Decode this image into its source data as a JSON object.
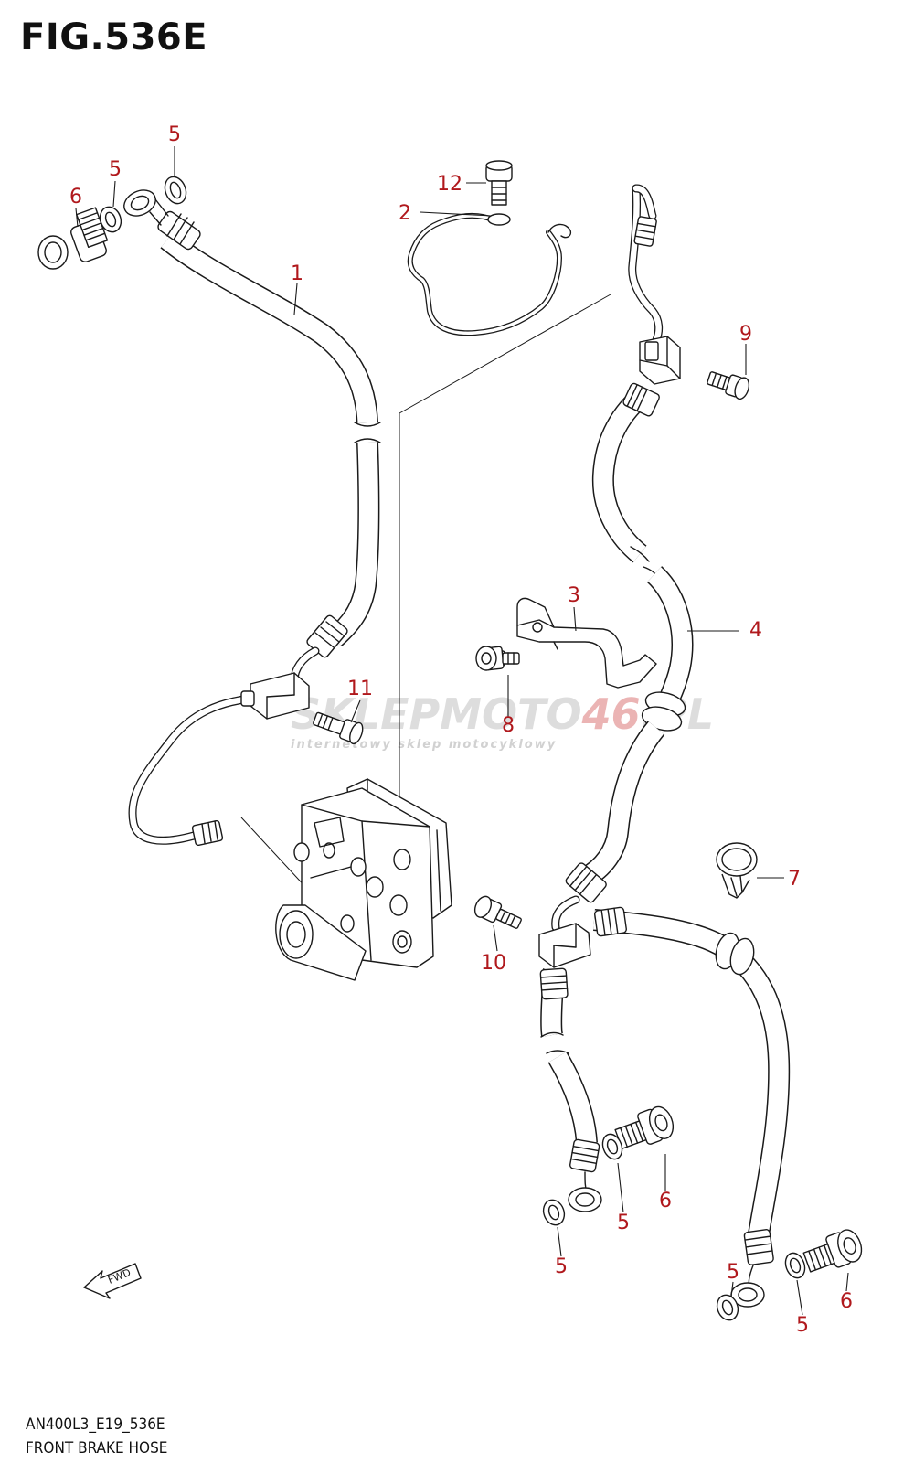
{
  "figure": {
    "title": "FIG.536E",
    "model_code": "AN400L3_E19_536E",
    "name": "FRONT BRAKE HOSE"
  },
  "callouts": [
    {
      "id": "c5a",
      "label": "5"
    },
    {
      "id": "c5b",
      "label": "5"
    },
    {
      "id": "c6a",
      "label": "6"
    },
    {
      "id": "c1",
      "label": "1"
    },
    {
      "id": "c12",
      "label": "12"
    },
    {
      "id": "c2",
      "label": "2"
    },
    {
      "id": "c9",
      "label": "9"
    },
    {
      "id": "c3",
      "label": "3"
    },
    {
      "id": "c4",
      "label": "4"
    },
    {
      "id": "c11",
      "label": "11"
    },
    {
      "id": "c8",
      "label": "8"
    },
    {
      "id": "c7",
      "label": "7"
    },
    {
      "id": "c10",
      "label": "10"
    },
    {
      "id": "c6b",
      "label": "6"
    },
    {
      "id": "c5c",
      "label": "5"
    },
    {
      "id": "c5d",
      "label": "5"
    },
    {
      "id": "c5e",
      "label": "5"
    },
    {
      "id": "c5f",
      "label": "5"
    },
    {
      "id": "c6c",
      "label": "6"
    }
  ],
  "fwd_arrow": {
    "label": "FWD"
  },
  "watermark": {
    "brand_part1": "SKLEPMOTO",
    "brand_part2": "46",
    "brand_part3": ".PL",
    "tagline": "internetowy sklep motocyklowy"
  },
  "colors": {
    "callout": "#b0181c",
    "line": "#1a1a1a",
    "watermark_light": "#d4d4d4",
    "watermark_red": "#e59a9a"
  }
}
